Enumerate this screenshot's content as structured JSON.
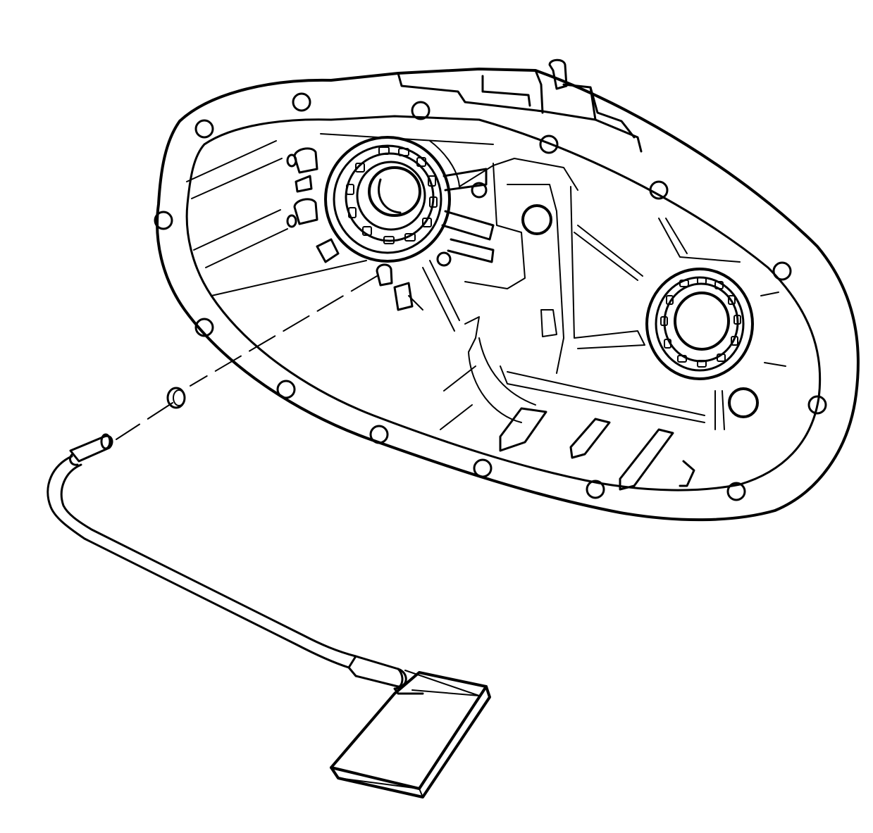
{
  "diagram": {
    "ink_color": "#000000",
    "paper_color": "#ffffff",
    "parts": [
      "transfer-case-half",
      "bearing",
      "o-ring",
      "oil-pickup-tube",
      "oil-screen"
    ]
  }
}
